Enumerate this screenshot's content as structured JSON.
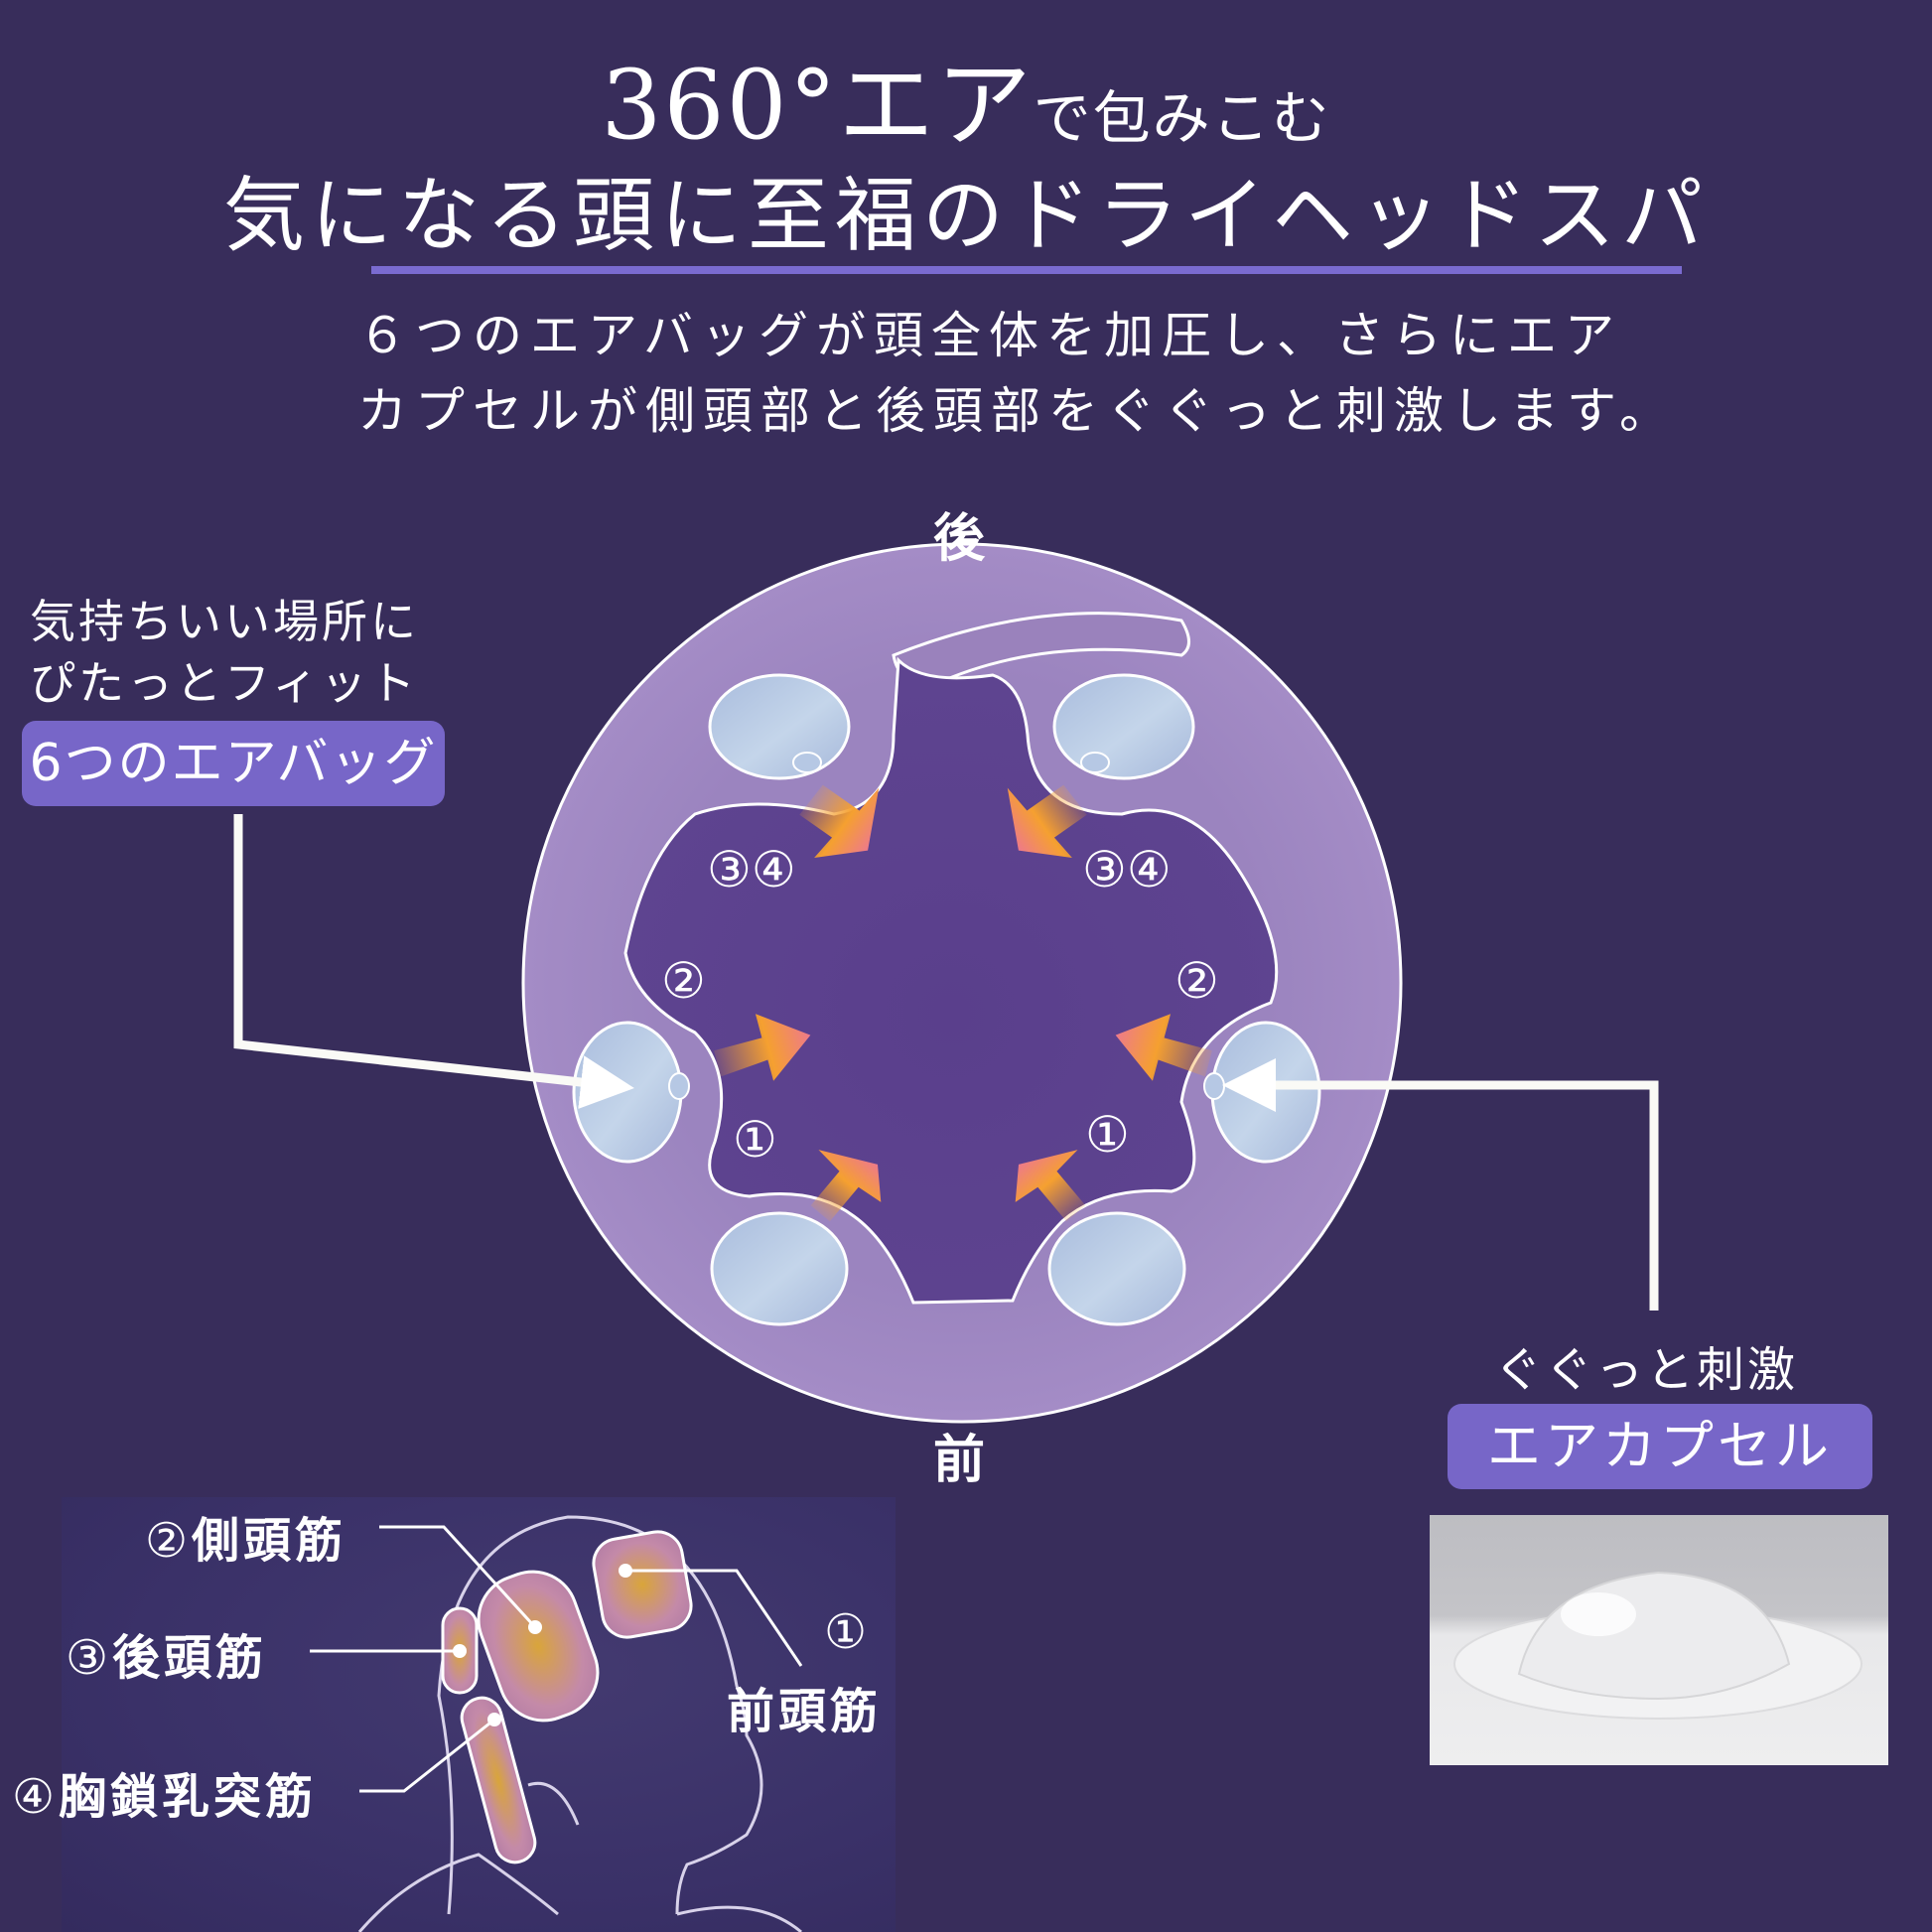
{
  "headline": {
    "line1_large": "360°エア",
    "line1_small": "で包みこむ",
    "line2": "気になる頭に至福のドライヘッドスパ"
  },
  "lead": {
    "line1": "６つのエアバッグが頭全体を加圧し、さらにエア",
    "line2": "カプセルが側頭部と後頭部をぐぐっと刺激します。"
  },
  "diagram": {
    "direction_back": "後",
    "direction_front": "前",
    "zone_labels": {
      "top_left": "③④",
      "top_right": "③④",
      "mid_left": "②",
      "mid_right": "②",
      "low_left": "①",
      "low_right": "①"
    },
    "colors": {
      "background": "#382d5b",
      "ring": "#9b84bf",
      "inner": "#5f4590",
      "airbag": "#b6c8e4",
      "arrow_start": "#f5a030",
      "arrow_end": "#ee7a8a",
      "pill": "#7766c8",
      "underline": "#7a6bd0"
    }
  },
  "callouts": {
    "airbag": {
      "caption_line1": "気持ちいい場所に",
      "caption_line2": "ぴたっとフィット",
      "label": "6つのエアバッグ"
    },
    "capsule": {
      "caption": "ぐぐっと刺激",
      "label": "エアカプセル"
    }
  },
  "muscles": {
    "temporal": {
      "num": "②",
      "name": "側頭筋"
    },
    "occipital": {
      "num": "③",
      "name": "後頭筋"
    },
    "sternocleidomastoid": {
      "num": "④",
      "name": "胸鎖乳突筋"
    },
    "frontal": {
      "num": "①",
      "name": "前頭筋"
    }
  }
}
